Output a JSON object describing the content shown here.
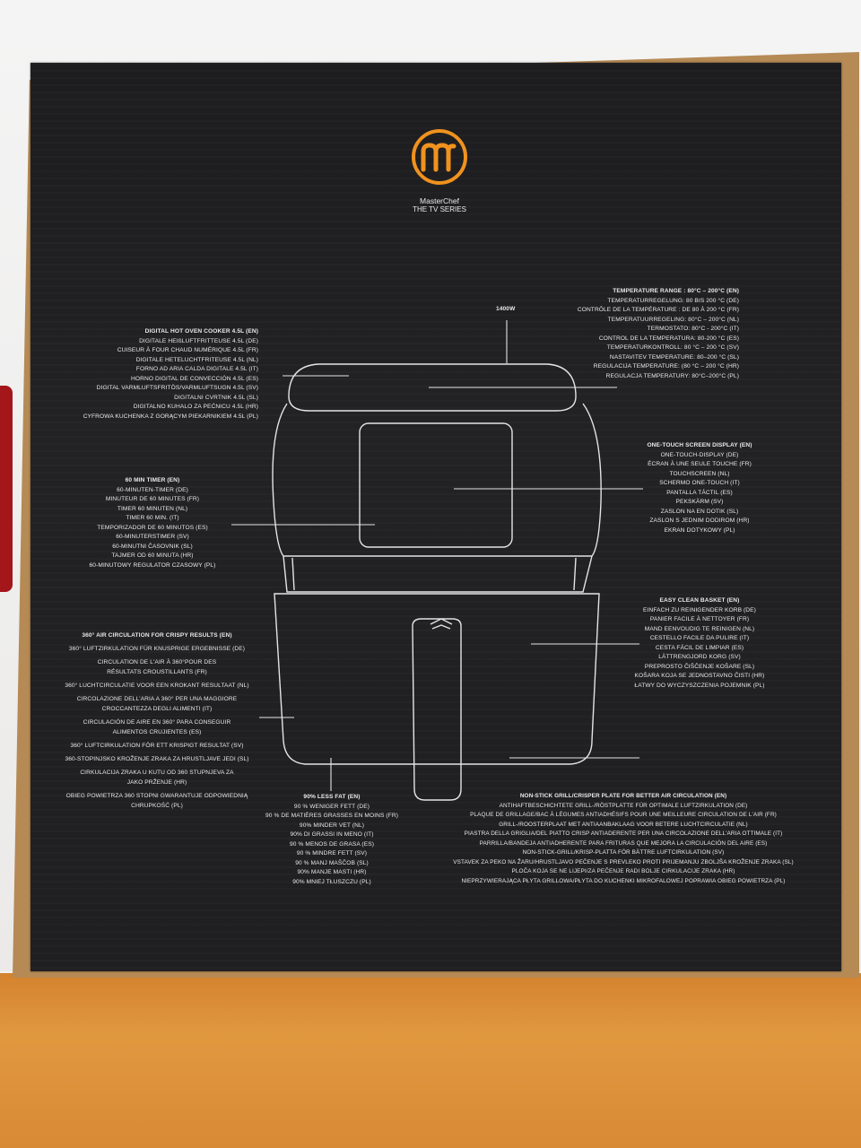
{
  "brand": {
    "logo_letter": "m",
    "name": "MasterChef",
    "tagline": "THE TV SERIES",
    "accent_color": "#f0921e"
  },
  "power": "1400W",
  "features": {
    "cooker": [
      "DIGITAL HOT OVEN COOKER 4.5L (EN)",
      "DIGITALE HEIßLUFTFRITTEUSE 4.5L (DE)",
      "CUISEUR À FOUR CHAUD NUMÉRIQUE 4.5L (FR)",
      "DIGITALE HETELUCHTFRITEUSE 4.5L (NL)",
      "FORNO AD ARIA CALDA DIGITALE 4.5L (IT)",
      "HORNO DIGITAL DE CONVECCIÓN 4.5L (ES)",
      "DIGITAL VARMLUFTSFRITÖS/VARMLUFTSUGN 4.5L (SV)",
      "DIGITALNI CVRTNIK 4.5L (SL)",
      "DIGITALNO KUHALO ZA PEĆNICU 4.5L (HR)",
      "CYFROWA KUCHENKA Z GORĄCYM PIEKARNIKIEM 4.5L (PL)"
    ],
    "timer": [
      "60 MIN TIMER (EN)",
      "60-MINUTEN-TIMER (DE)",
      "MINUTEUR DE 60 MINUTES (FR)",
      "TIMER 60 MINUTEN (NL)",
      "TIMER 60 MIN. (IT)",
      "TEMPORIZADOR DE 60 MINUTOS (ES)",
      "60-MINUTERSTIMER (SV)",
      "60-MINUTNI ČASOVNIK (SL)",
      "TAJMER OD 60 MINUTA (HR)",
      "60-MINUTOWY REGULATOR CZASOWY (PL)"
    ],
    "air": [
      "360° AIR CIRCULATION FOR CRISPY RESULTS (EN)",
      "360° LUFTZIRKULATION FÜR KNUSPRIGE ERGEBNISSE (DE)",
      "CIRCULATION DE L'AIR À 360°POUR DES",
      "RÉSULTATS CROUSTILLANTS (FR)",
      "360° LUCHTCIRCULATIE VOOR EEN KROKANT RESULTAAT (NL)",
      "CIRCOLAZIONE DELL'ARIA A 360° PER UNA MAGGIORE",
      "CROCCANTEZZA DEGLI ALIMENTI (IT)",
      "CIRCULACIÓN DE AIRE EN 360° PARA CONSEGUIR",
      "ALIMENTOS CRUJIENTES (ES)",
      "360° LUFTCIRKULATION FÖR ETT KRISPIGT RESULTAT (SV)",
      "360-STOPINJSKO KROŽENJE ZRAKA ZA HRUSTLJAVE JEDI (SL)",
      "CIRKULACIJA ZRAKA U KUTU OD 360 STUPNJEVA ZA",
      "JAKO PRŽENJE (HR)",
      "OBIEG POWIETRZA 360 STOPNI GWARANTUJE ODPOWIEDNIĄ",
      "CHRUPKOŚĆ (PL)"
    ],
    "fat": [
      "90% LESS FAT (EN)",
      "90 % WENIGER FETT (DE)",
      "90 % DE MATIÈRES GRASSES EN MOINS (FR)",
      "90% MINDER VET (NL)",
      "90% DI GRASSI IN MENO (IT)",
      "90 % MENOS DE GRASA (ES)",
      "90 % MINDRE FETT (SV)",
      "90 % MANJ MAŠČOB (SL)",
      "90% MANJE MASTI (HR)",
      "90% MNIEJ TŁUSZCZU (PL)"
    ],
    "temperature": [
      "TEMPERATURE RANGE : 80°C – 200°C (EN)",
      "TEMPERATURREGELUNG: 80 BIS 200 °C (DE)",
      "CONTRÔLE DE LA TEMPÉRATURE : DE 80 À 200 °C (FR)",
      "TEMPERATUURREGELING: 80°C – 200°C (NL)",
      "TERMOSTATO: 80°C - 200°C (IT)",
      "CONTROL DE LA TEMPERATURA: 80-200 °C (ES)",
      "TEMPERATURKONTROLL: 80 °C – 200 °C (SV)",
      "NASTAVITEV TEMPERATURE: 80–200 °C (SL)",
      "REGULACIJA TEMPERATURE: (80 °C – 200 °C (HR)",
      "REGULACJA TEMPERATURY: 80°C–200°C (PL)"
    ],
    "screen": [
      "ONE-TOUCH SCREEN DISPLAY (EN)",
      "ONE-TOUCH-DISPLAY (DE)",
      "ÉCRAN À UNE SEULE TOUCHE (FR)",
      "TOUCHSCREEN (NL)",
      "SCHERMO ONE-TOUCH (IT)",
      "PANTALLA TÁCTIL (ES)",
      "PEKSKÄRM (SV)",
      "ZASLON NA EN DOTIK (SL)",
      "ZASLON S JEDNIM DODIROM (HR)",
      "EKRAN DOTYKOWY (PL)"
    ],
    "basket": [
      "EASY CLEAN BASKET (EN)",
      "EINFACH ZU REINIGENDER KORB (DE)",
      "PANIER FACILE À NETTOYER (FR)",
      "MAND EENVOUDIG TE REINIGEN (NL)",
      "CESTELLO FACILE DA PULIRE (IT)",
      "CESTA FÁCIL DE LIMPIAR (ES)",
      "LÄTTRENGJORD KORG (SV)",
      "PREPROSTO ČIŠČENJE KOŠARE (SL)",
      "KOŠARA KOJA SE JEDNOSTAVNO ČISTI (HR)",
      "ŁATWY DO WYCZYSZCZENIA POJEMNIK (PL)"
    ],
    "grill": [
      "NON-STICK GRILL/CRISPER PLATE FOR BETTER AIR CIRCULATION (EN)",
      "ANTIHAFTBESCHICHTETE GRILL-/RÖSTPLATTE FÜR OPTIMALE LUFTZIRKULATION (DE)",
      "PLAQUE DE GRILLAGE/BAC À LÉGUMES ANTIADHÉSIFS POUR UNE MEILLEURE CIRCULATION DE L'AIR (FR)",
      "GRILL-/ROOSTERPLAAT MET ANTIAANBAKLAAG VOOR BETERE LUCHTCIRCULATIE (NL)",
      "PIASTRA DELLA GRIGLIA/DEL PIATTO CRISP ANTIADERENTE PER UNA CIRCOLAZIONE DELL'ARIA OTTIMALE (IT)",
      "PARRILLA/BANDEJA ANTIADHERENTE PARA FRITURAS QUE MEJORA LA CIRCULACIÓN DEL AIRE (ES)",
      "NON-STICK-GRILL/KRISP-PLATTA FÖR BÄTTRE LUFTCIRKULATION (SV)",
      "VSTAVEK ZA PEKO NA ŽARU/HRUSTLJAVO PEČENJE S PREVLEKO PROTI PRIJEMANJU ZBOLJŠA KROŽENJE ZRAKA (SL)",
      "PLOČA KOJA SE NE LIJEPI/ZA PEČENJE RADI BOLJE CIRKULACIJE ZRAKA (HR)",
      "NIEPRZYWIERAJĄCA PŁYTA GRILLOWA/PŁYTA DO KUCHENKI MIKROFALOWEJ POPRAWIA OBIEG  POWIETRZA (PL)"
    ]
  }
}
